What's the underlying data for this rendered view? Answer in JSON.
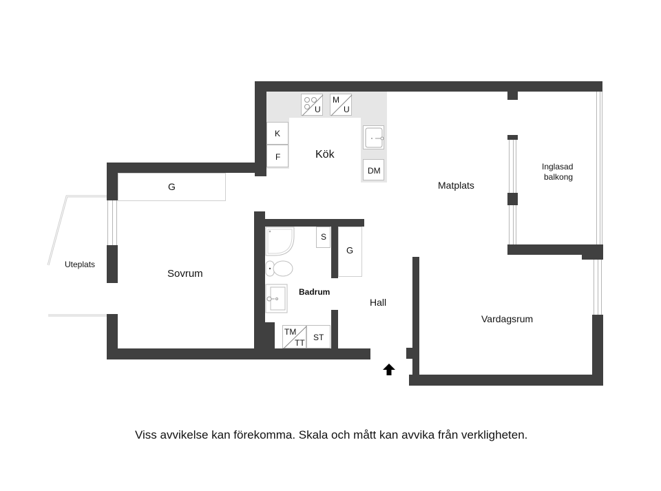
{
  "floorplan": {
    "rooms": {
      "kok": "Kök",
      "matplats": "Matplats",
      "inglasad_balkong_line1": "Inglasad",
      "inglasad_balkong_line2": "balkong",
      "sovrum": "Sovrum",
      "uteplats": "Uteplats",
      "badrum": "Badrum",
      "hall": "Hall",
      "vardagsrum": "Vardagsrum"
    },
    "fixtures": {
      "stove_u": "U",
      "micro_m": "M",
      "micro_u": "U",
      "fridge": "K",
      "freezer": "F",
      "dishwasher": "DM",
      "wardrobe_sovrum": "G",
      "wardrobe_hall": "G",
      "bath_cabinet": "S",
      "washer": "TM",
      "dryer": "TT",
      "drying_cabinet": "ST"
    },
    "entrance_icon": "entrance-arrow-up",
    "colors": {
      "wall": "#404040",
      "counter": "#e6e6e6",
      "window_line": "#b5b5b5",
      "background": "#ffffff"
    }
  },
  "disclaimer": "Viss avvikelse kan förekomma. Skala och mått kan avvika från verkligheten."
}
